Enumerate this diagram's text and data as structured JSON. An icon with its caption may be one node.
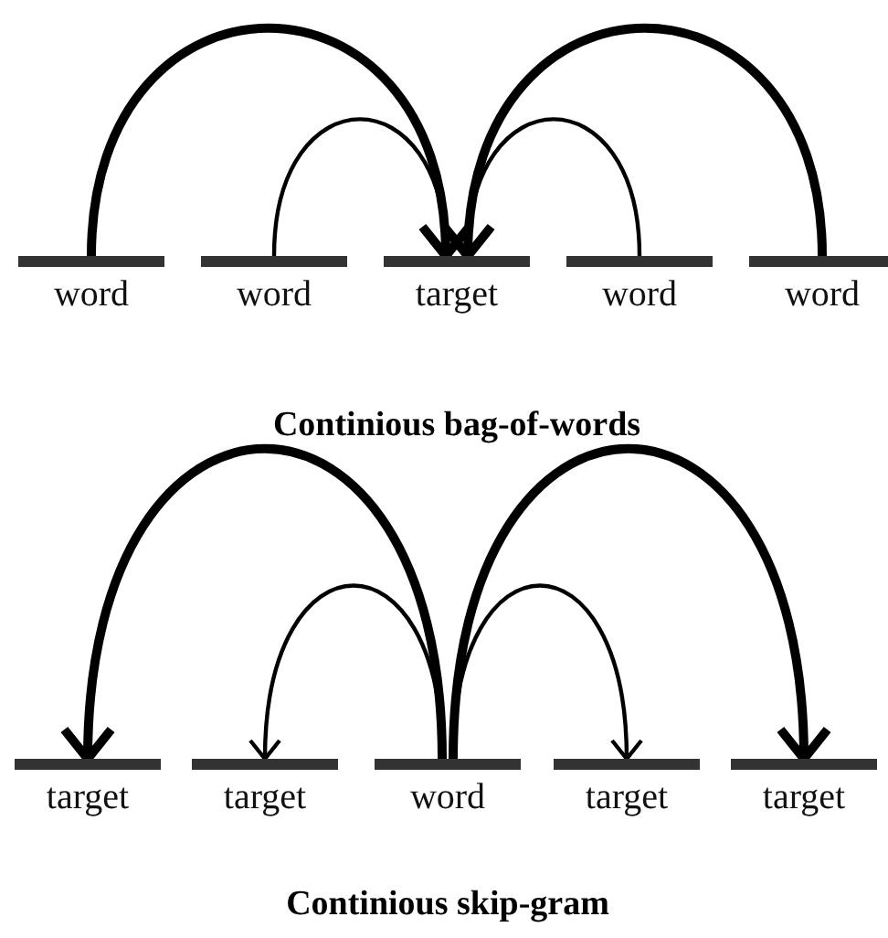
{
  "diagram": {
    "nodes": [
      {
        "text": [
          "word"
        ]
      },
      {
        "text": [
          "word"
        ]
      },
      {
        "text": [
          "target"
        ]
      },
      {
        "text": [
          "word"
        ]
      },
      {
        "text": [
          "word"
        ]
      },
      {
        "text": [
          "target"
        ]
      },
      {
        "text": [
          "target"
        ]
      },
      {
        "text": [
          "word"
        ]
      },
      {
        "text": [
          "target"
        ]
      },
      {
        "text": [
          "target"
        ]
      }
    ],
    "edges": [
      {
        "from": 0,
        "to": 2,
        "arrow": "to",
        "style": "thick"
      },
      {
        "from": 1,
        "to": 2,
        "arrow": "to"
      },
      {
        "from": 4,
        "to": 2,
        "arrow": "to",
        "style": "thick"
      },
      {
        "from": 3,
        "to": 2,
        "arrow": "to"
      },
      {
        "from": 7,
        "to": 5,
        "arrow": "to",
        "style": "thick"
      },
      {
        "from": 7,
        "to": 6,
        "arrow": "to"
      },
      {
        "from": 7,
        "to": 8,
        "arrow": "to"
      },
      {
        "from": 7,
        "to": 9,
        "arrow": "to",
        "style": "thick"
      }
    ],
    "labels": [
      "Continious bag-of-words",
      "Continious skip-gram"
    ]
  }
}
